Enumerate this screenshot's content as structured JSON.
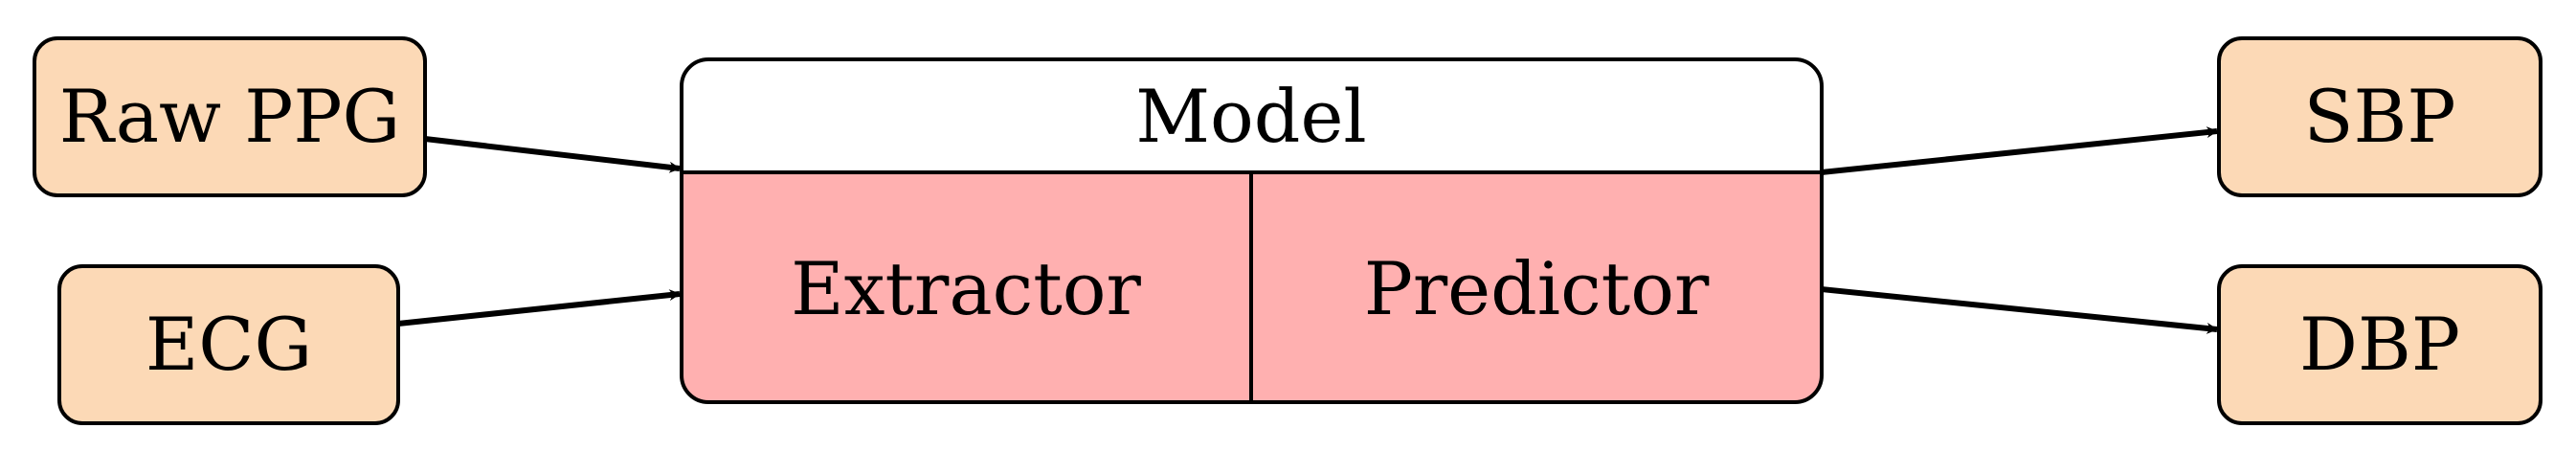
{
  "inputs": {
    "raw_ppg": {
      "label": "Raw PPG"
    },
    "ecg": {
      "label": "ECG"
    }
  },
  "model": {
    "title": "Model",
    "extractor": "Extractor",
    "predictor": "Predictor"
  },
  "outputs": {
    "sbp": {
      "label": "SBP"
    },
    "dbp": {
      "label": "DBP"
    }
  },
  "colors": {
    "io_fill": "#fcd9b6",
    "module_fill": "#ffb0b0",
    "stroke": "#000000",
    "header_fill": "#ffffff"
  }
}
